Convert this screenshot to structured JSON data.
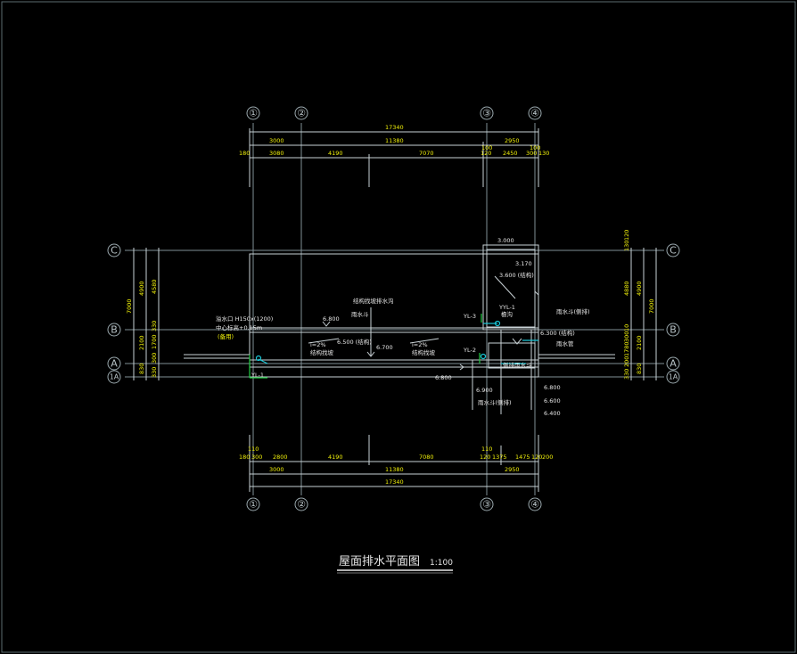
{
  "drawing": {
    "title": "屋面排水平面图",
    "scale": "1:100"
  },
  "axes_vertical": [
    "①",
    "②",
    "③",
    "④"
  ],
  "axes_horizontal": [
    "C",
    "B",
    "A",
    "1A"
  ],
  "dims_top": {
    "overall": "17340",
    "row2": [
      "3000",
      "11380",
      "2950"
    ],
    "row2_small": [
      "100",
      "100"
    ],
    "row3": [
      "180",
      "3080",
      "4190",
      "7070",
      "120",
      "2450",
      "300",
      "130"
    ]
  },
  "dims_bottom": {
    "overall": "17340",
    "row2": [
      "3000",
      "11380",
      "2950"
    ],
    "row1_small": [
      "110",
      "110"
    ],
    "row1": [
      "180",
      "300",
      "2800",
      "4190",
      "7080",
      "120",
      "1375",
      "1475",
      "120",
      "200"
    ]
  },
  "dims_left": {
    "overall": "7000",
    "row2": [
      "4900",
      "2100",
      "830"
    ],
    "row1": [
      "4580",
      "330",
      "1700",
      "300",
      "330"
    ]
  },
  "dims_right": {
    "overall": "7000",
    "row2": [
      "4900",
      "2100",
      "830"
    ],
    "row1": [
      "130",
      "120",
      "4880",
      "10",
      "300",
      "1780",
      "200",
      "330"
    ]
  },
  "elevations": [
    "3.000",
    "3.170",
    "3.600 (结构)",
    "6.800",
    "6.500 (结构)",
    "6.700",
    "6.800",
    "6.900",
    "6.300 (结构)",
    "6.800",
    "6.600",
    "6.400"
  ],
  "pipes": [
    "YL-1",
    "YL-2",
    "YL-3",
    "YYL-1"
  ],
  "notes": {
    "overflow": "溢水口 H150x(1200)",
    "overflow2": "中心标高+0.15m",
    "overflow3": "(备用)",
    "slope1": "i=2%",
    "slope2": "i=2%",
    "drain_note": "雨水斗",
    "gutter_note": "檐沟",
    "note_top": "结构找坡排水沟",
    "note_right": "雨水斗(侧排)",
    "note_right2": "雨水管",
    "note_bottom": "雨水斗(侧排)",
    "note_r3": "侧排雨水斗",
    "note_mid": "结构找坡",
    "note_mid2": "结构找坡"
  },
  "colors": {
    "background": "#000000",
    "yellow_text": "#f2f20a",
    "white_line": "#c9d2d6",
    "axis_grey": "#7f8f96",
    "pipe_cyan": "#19c8d8",
    "pipe_green": "#22cc44"
  }
}
